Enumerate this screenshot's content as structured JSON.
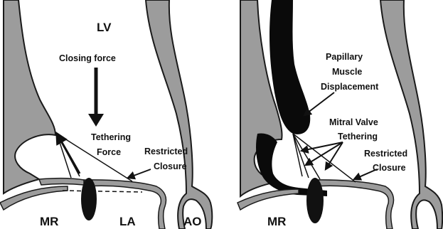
{
  "left_panel": {
    "lv": "LV",
    "closing_force": "Closing force",
    "tethering_force_1": "Tethering",
    "tethering_force_2": "Force",
    "restricted_closure_1": "Restricted",
    "restricted_closure_2": "Closure",
    "mr": "MR",
    "la": "LA",
    "ao": "AO"
  },
  "right_panel": {
    "papillary_1": "Papillary",
    "papillary_2": "Muscle",
    "papillary_3": "Displacement",
    "mitral_1": "Mitral Valve",
    "mitral_2": "Tethering",
    "restricted_closure_1": "Restricted",
    "restricted_closure_2": "Closure",
    "mr": "MR"
  },
  "colors": {
    "wall_fill": "#9c9c9c",
    "wall_stroke": "#1a1a1a",
    "papillary_fill": "#0a0a0a",
    "jet_fill": "#111111",
    "background": "#ffffff"
  }
}
